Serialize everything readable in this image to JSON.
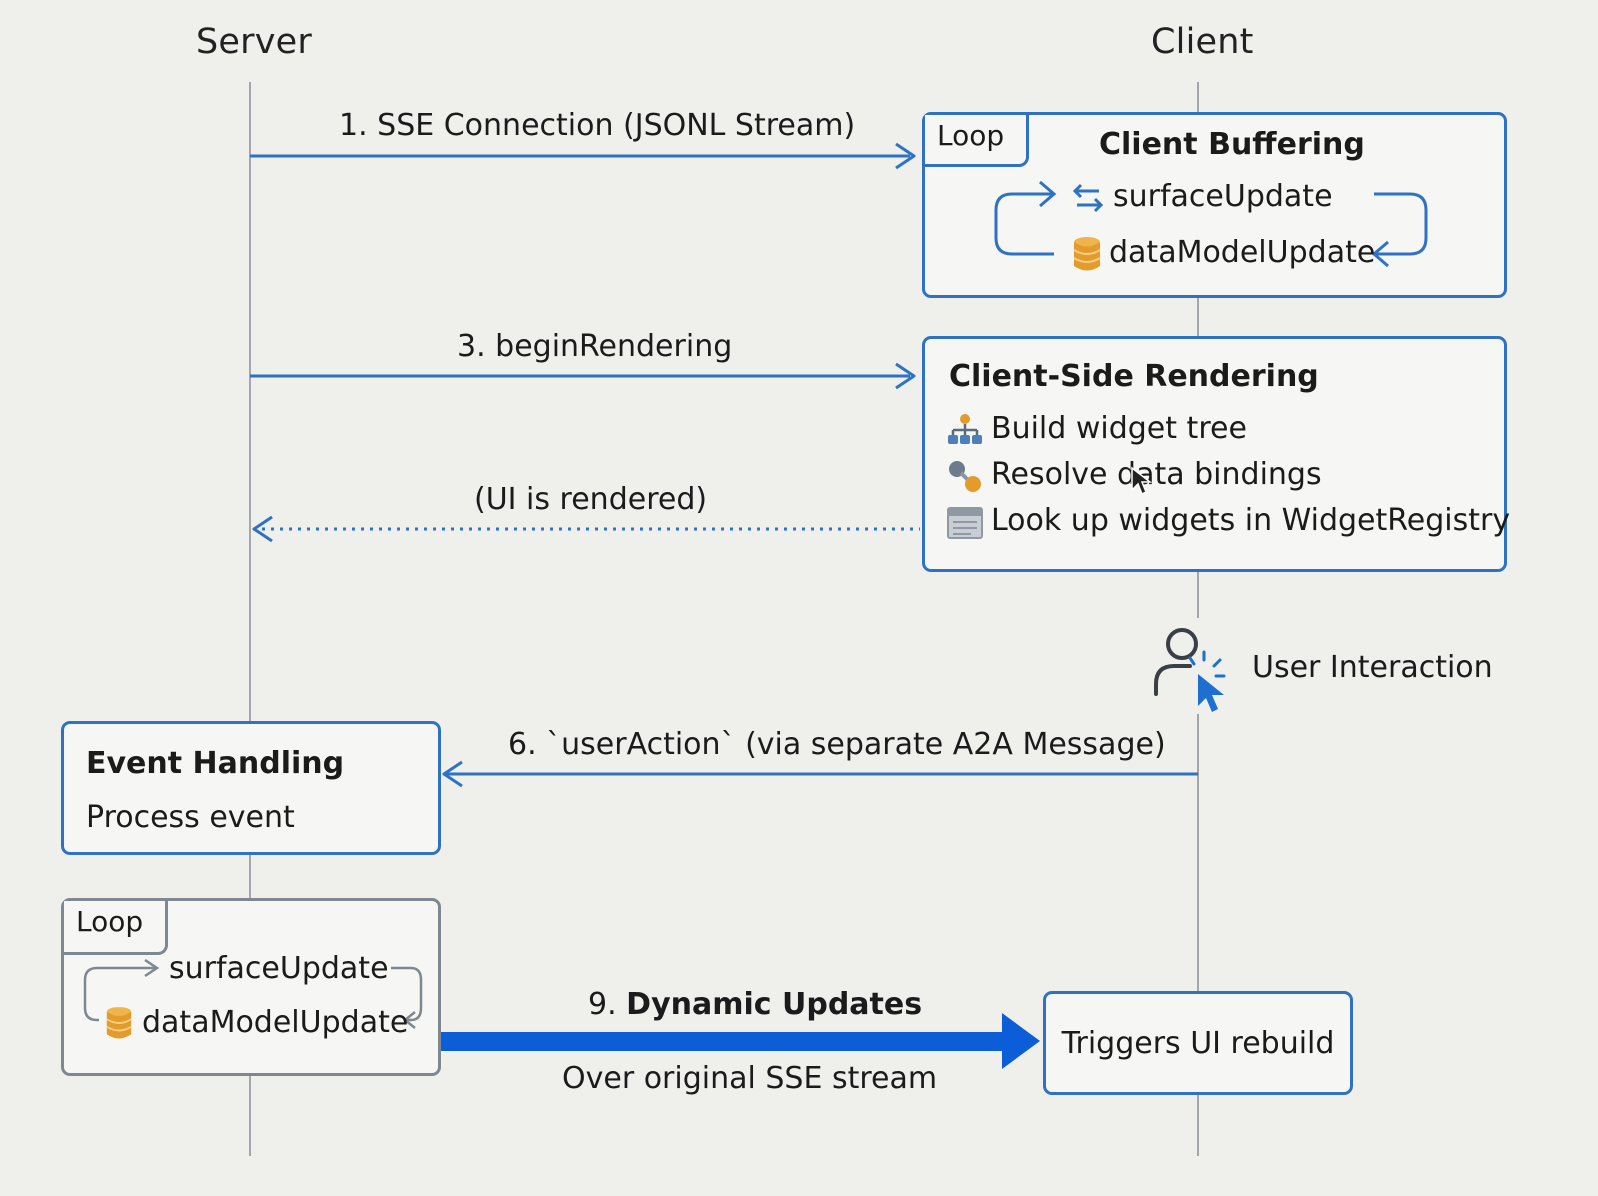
{
  "participants": {
    "server": "Server",
    "client": "Client"
  },
  "messages": {
    "m1": "1. SSE Connection (JSONL Stream)",
    "m3": "3. beginRendering",
    "ui_rendered": "(UI is rendered)",
    "m6": "6. `userAction` (via separate A2A Message)",
    "m9_number": "9.",
    "m9_label": "Dynamic Updates",
    "m9_sub": "Over original SSE stream"
  },
  "client_buffering": {
    "tag": "Loop",
    "title": "Client Buffering",
    "items": [
      {
        "icon": "swap-arrows-icon",
        "label": "surfaceUpdate"
      },
      {
        "icon": "database-icon",
        "label": "dataModelUpdate"
      }
    ]
  },
  "client_rendering": {
    "title": "Client-Side Rendering",
    "items": [
      {
        "icon": "hierarchy-icon",
        "label": "Build widget tree"
      },
      {
        "icon": "link-icon",
        "label": "Resolve data bindings"
      },
      {
        "icon": "registry-icon",
        "label": "Look up widgets in WidgetRegistry"
      }
    ]
  },
  "user_interaction": {
    "icon": "user-click-icon",
    "label": "User Interaction"
  },
  "event_handling": {
    "title": "Event Handling",
    "subtitle": "Process event"
  },
  "server_loop": {
    "tag": "Loop",
    "items": [
      {
        "label": "surfaceUpdate"
      },
      {
        "icon": "database-icon",
        "label": "dataModelUpdate"
      }
    ]
  },
  "rebuild": {
    "label": "Triggers UI rebuild"
  },
  "colors": {
    "accent": "#2f72c4",
    "strong_arrow": "#0b5ed7",
    "database": "#e9a93a",
    "lifeline": "#a3a6ab",
    "loop_gray": "#7f8791"
  }
}
